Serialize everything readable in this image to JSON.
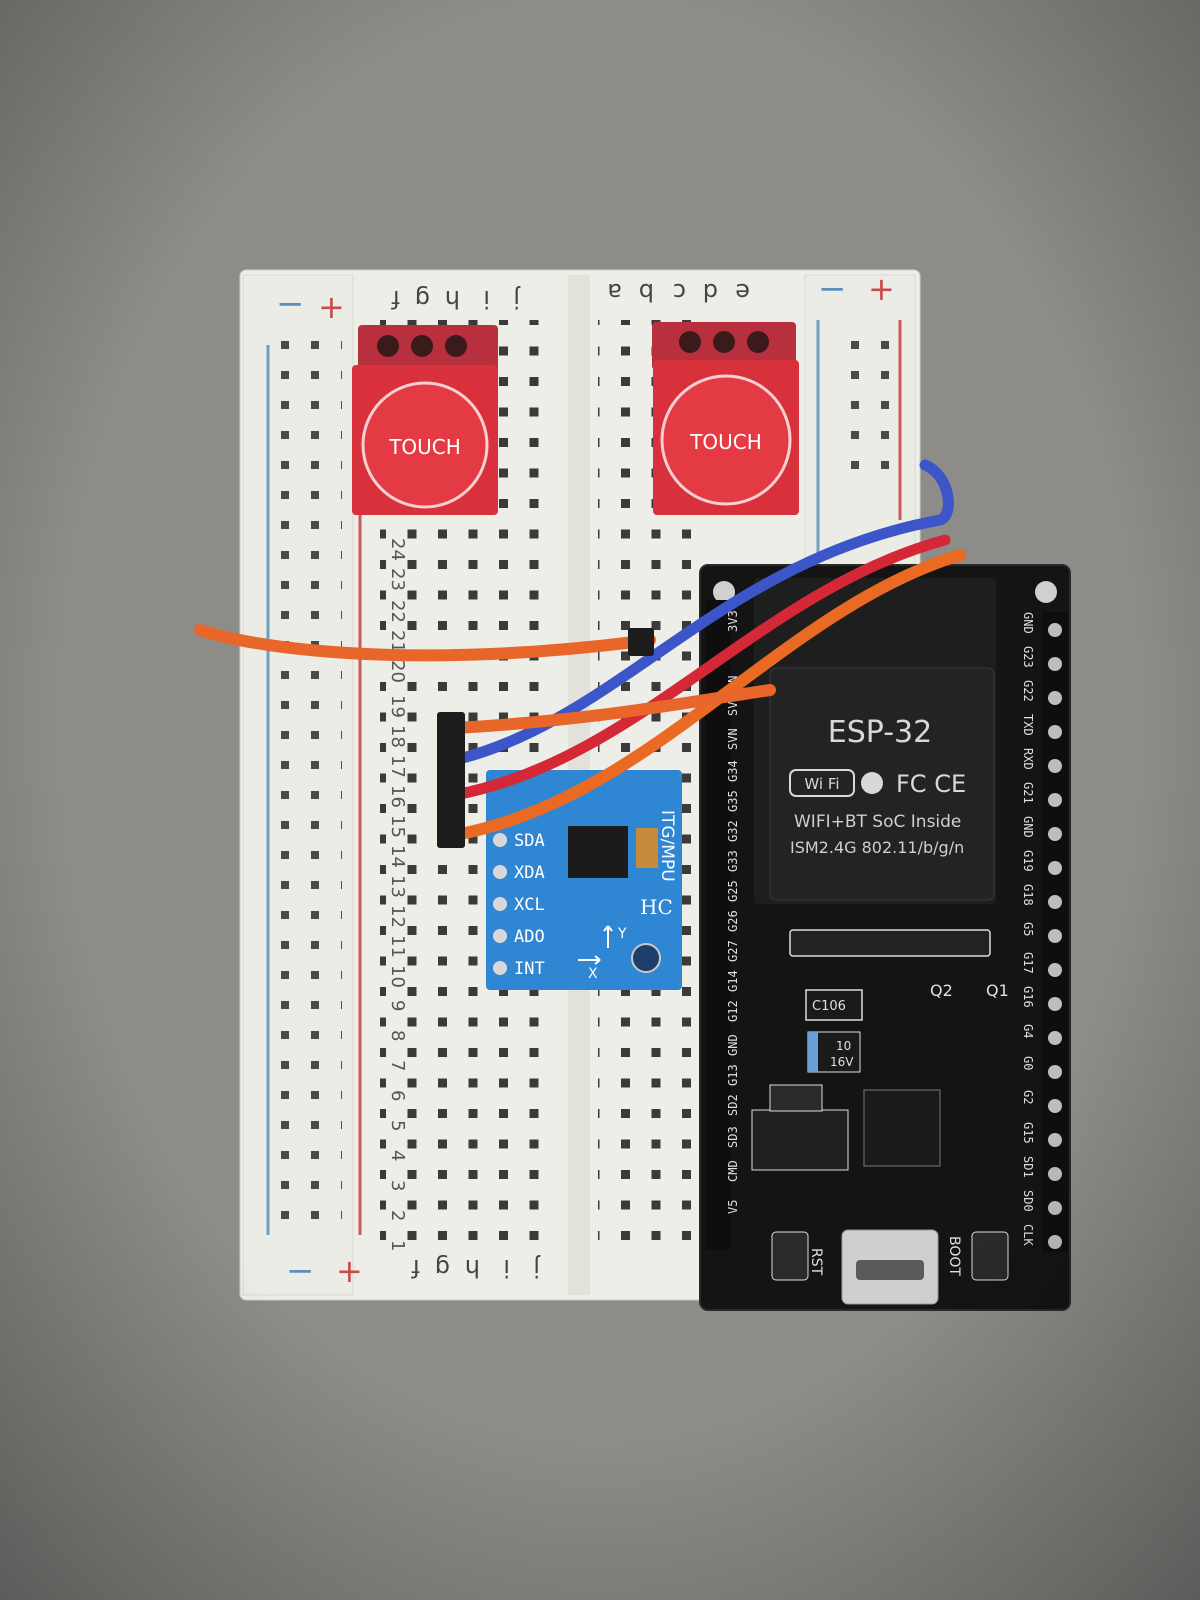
{
  "breadboard": {
    "column_letters_left": [
      "j",
      "i",
      "h",
      "g",
      "f"
    ],
    "column_letters_right": [
      "e",
      "d",
      "c",
      "b",
      "a"
    ],
    "row_numbers_visible": [
      "1",
      "2",
      "3",
      "4",
      "5",
      "6",
      "7",
      "8",
      "9",
      "10",
      "11",
      "12",
      "13",
      "14",
      "15",
      "16",
      "17",
      "18",
      "19",
      "20",
      "21",
      "22",
      "23",
      "24"
    ],
    "rail_plus": "+",
    "rail_minus": "−"
  },
  "touch_sensors": [
    {
      "label": "TOUCH"
    },
    {
      "label": "TOUCH"
    }
  ],
  "mpu_module": {
    "part_label": "ITG/MPU",
    "brand": "HC",
    "pins": [
      "SDA",
      "XDA",
      "XCL",
      "ADO",
      "INT"
    ],
    "axis_x": "X",
    "axis_y": "Y"
  },
  "esp32_board": {
    "module_title": "ESP-32",
    "wifi_logo": "Wi Fi",
    "cert_marks": "FC CE",
    "line1": "WIFI+BT SoC Inside",
    "line2": "ISM2.4G 802.11/b/g/n",
    "pins_left": [
      "3V3",
      "EN",
      "SVP",
      "SVN",
      "G34",
      "G35",
      "G32",
      "G33",
      "G25",
      "G26",
      "G27",
      "G14",
      "G12",
      "GND",
      "G13",
      "SD2",
      "SD3",
      "CMD",
      "V5"
    ],
    "pins_right": [
      "GND",
      "G23",
      "G22",
      "TXD",
      "RXD",
      "G21",
      "GND",
      "G19",
      "G18",
      "G5",
      "G17",
      "G16",
      "G4",
      "G0",
      "G2",
      "G15",
      "SD1",
      "SD0",
      "CLK"
    ],
    "components": {
      "cap_label": "C106",
      "cap_value_1": "10",
      "cap_value_2": "16V",
      "q2": "Q2",
      "q1": "Q1"
    },
    "button_rst": "RST",
    "button_boot": "BOOT"
  },
  "wires": [
    {
      "color": "#e8662a"
    },
    {
      "color": "#3c55c9"
    },
    {
      "color": "#d42836"
    },
    {
      "color": "#ea6a24"
    }
  ]
}
